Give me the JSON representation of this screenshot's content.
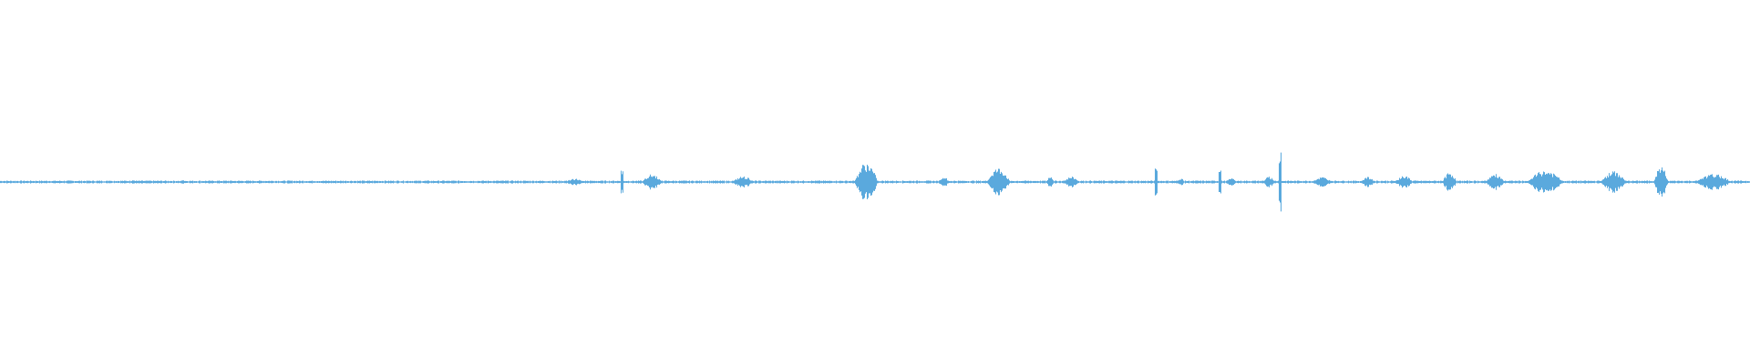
{
  "waveform": {
    "color": "#5aa9dd",
    "duration_units": 1920,
    "baseline_noise": 0.04,
    "bursts": [
      {
        "pos": 120,
        "width": 6,
        "amp": 0.06
      },
      {
        "pos": 145,
        "width": 6,
        "amp": 0.06
      },
      {
        "pos": 200,
        "width": 8,
        "amp": 0.06
      },
      {
        "pos": 630,
        "width": 20,
        "amp": 0.1
      },
      {
        "pos": 682,
        "width": 2,
        "amp": 0.35
      },
      {
        "pos": 715,
        "width": 22,
        "amp": 0.22
      },
      {
        "pos": 815,
        "width": 24,
        "amp": 0.16
      },
      {
        "pos": 950,
        "width": 26,
        "amp": 0.55
      },
      {
        "pos": 1035,
        "width": 10,
        "amp": 0.18
      },
      {
        "pos": 1095,
        "width": 26,
        "amp": 0.4
      },
      {
        "pos": 1152,
        "width": 8,
        "amp": 0.2
      },
      {
        "pos": 1175,
        "width": 18,
        "amp": 0.15
      },
      {
        "pos": 1268,
        "width": 2,
        "amp": 0.6
      },
      {
        "pos": 1295,
        "width": 8,
        "amp": 0.12
      },
      {
        "pos": 1338,
        "width": 2,
        "amp": 0.45
      },
      {
        "pos": 1350,
        "width": 12,
        "amp": 0.12
      },
      {
        "pos": 1392,
        "width": 14,
        "amp": 0.15
      },
      {
        "pos": 1404,
        "width": 2,
        "amp": 1.0
      },
      {
        "pos": 1450,
        "width": 22,
        "amp": 0.14
      },
      {
        "pos": 1500,
        "width": 16,
        "amp": 0.14
      },
      {
        "pos": 1540,
        "width": 20,
        "amp": 0.18
      },
      {
        "pos": 1590,
        "width": 16,
        "amp": 0.28
      },
      {
        "pos": 1640,
        "width": 22,
        "amp": 0.22
      },
      {
        "pos": 1695,
        "width": 40,
        "amp": 0.32
      },
      {
        "pos": 1770,
        "width": 28,
        "amp": 0.3
      },
      {
        "pos": 1822,
        "width": 16,
        "amp": 0.45
      },
      {
        "pos": 1880,
        "width": 40,
        "amp": 0.22
      }
    ]
  }
}
